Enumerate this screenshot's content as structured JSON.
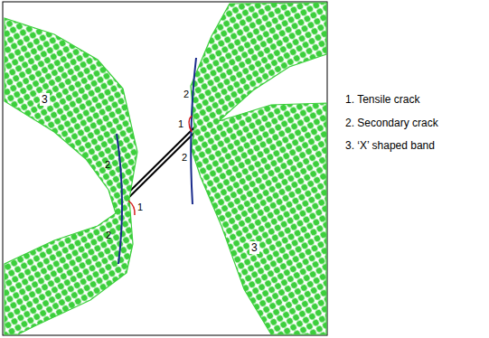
{
  "diagram": {
    "nodes": [
      {
        "text": [
          "3"
        ]
      },
      {
        "text": [
          "3"
        ]
      }
    ],
    "labels": [
      "1",
      "1",
      "2",
      "2",
      "2",
      "2"
    ],
    "legend": [
      {
        "text": "1. Tensile crack"
      },
      {
        "text": "2. Secondary crack"
      },
      {
        "text": "3. ‘X’ shaped band"
      }
    ]
  }
}
